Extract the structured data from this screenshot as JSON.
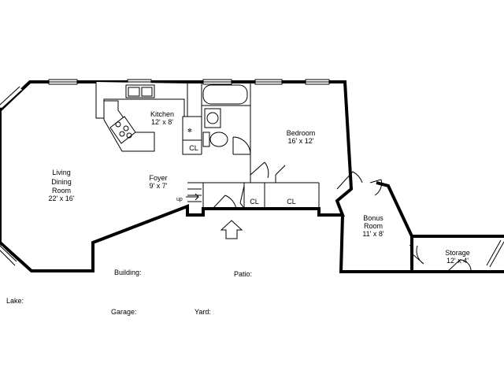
{
  "rooms": {
    "kitchen": {
      "name": "Kitchen",
      "size": "12' x 8'"
    },
    "living": {
      "name_line1": "Living",
      "name_line2": "Dining",
      "name_line3": "Room",
      "size": "22' x 16'"
    },
    "foyer": {
      "name": "Foyer",
      "size": "9' x 7'"
    },
    "bedroom": {
      "name": "Bedroom",
      "size": "16' x 12'"
    },
    "bonus": {
      "name_line1": "Bonus",
      "name_line2": "Room",
      "size": "11' x 8'"
    },
    "storage": {
      "name": "Storage",
      "size": "12' x 4'"
    }
  },
  "closets": {
    "kitchen_cl": "CL",
    "hall_cl": "CL",
    "bed_cl": "CL"
  },
  "stairs_label": "up",
  "legend": {
    "building": "Building:",
    "patio": "Patio:",
    "lake": "Lake:",
    "garage": "Garage:",
    "yard": "Yard:"
  }
}
